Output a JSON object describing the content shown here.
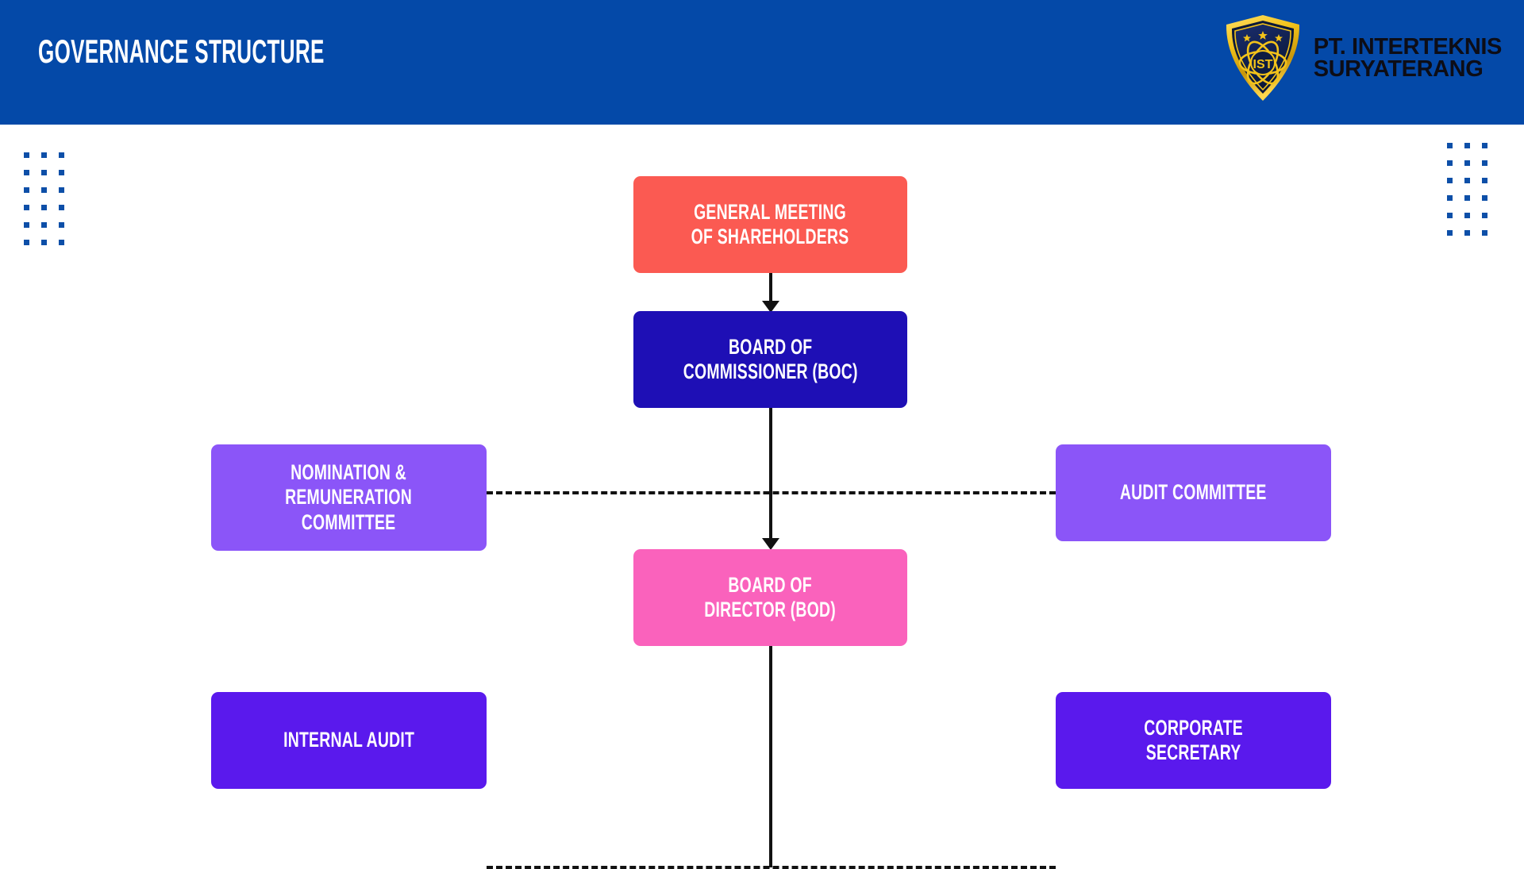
{
  "header": {
    "title": "GOVERNANCE STRUCTURE",
    "background_color": "#0449A8",
    "title_color": "#FFFFFF"
  },
  "logo": {
    "icon": "shield-atom-ist-logo-icon",
    "monogram": "IST",
    "star_count": 3,
    "shield_gold_color": "#F2C21A",
    "shield_inner_color": "#15265E",
    "company_name_line1": "PT. INTERTEKNIS",
    "company_name_line2": "SURYATERANG",
    "company_name_color": "#0D0D16"
  },
  "decor": {
    "dot_grid_color": "#0D4FA8",
    "dot_grid_columns": 3,
    "dot_grid_rows": 6,
    "left_label": "decorative-dot-grid-left",
    "right_label": "decorative-dot-grid-right"
  },
  "chart_data": {
    "type": "diagram",
    "title": "GOVERNANCE STRUCTURE",
    "nodes": [
      {
        "id": "gms",
        "lines": [
          "GENERAL MEETING",
          "OF SHAREHOLDERS"
        ],
        "color": "#FB5A52",
        "text_color": "#FFFFFF",
        "level": 1
      },
      {
        "id": "boc",
        "lines": [
          "BOARD OF",
          "COMMISSIONER (BOC)"
        ],
        "color": "#1E0FB5",
        "text_color": "#FFFFFF",
        "level": 2
      },
      {
        "id": "nomination_remuneration_committee",
        "lines": [
          "NOMINATION &",
          "REMUNERATION",
          "COMMITTEE"
        ],
        "color": "#8B55F8",
        "text_color": "#FFFFFF",
        "level": 3,
        "side": "left"
      },
      {
        "id": "audit_committee",
        "lines": [
          "AUDIT COMMITTEE"
        ],
        "color": "#8B55F8",
        "text_color": "#FFFFFF",
        "level": 3,
        "side": "right"
      },
      {
        "id": "bod",
        "lines": [
          "BOARD OF",
          "DIRECTOR (BOD)"
        ],
        "color": "#FA62BC",
        "text_color": "#FFFFFF",
        "level": 4
      },
      {
        "id": "internal_audit",
        "lines": [
          "INTERNAL AUDIT"
        ],
        "color": "#5A19ED",
        "text_color": "#FFFFFF",
        "level": 5,
        "side": "left"
      },
      {
        "id": "corporate_secretary",
        "lines": [
          "CORPORATE",
          "SECRETARY"
        ],
        "color": "#5A19ED",
        "text_color": "#FFFFFF",
        "level": 5,
        "side": "right"
      }
    ],
    "edges": [
      {
        "from": "gms",
        "to": "boc",
        "style": "solid-arrow"
      },
      {
        "from": "boc",
        "to": "bod",
        "style": "solid-arrow"
      },
      {
        "from": "boc",
        "to": "nomination_remuneration_committee",
        "style": "dashed"
      },
      {
        "from": "boc",
        "to": "audit_committee",
        "style": "dashed"
      },
      {
        "from": "bod",
        "to": "internal_audit",
        "style": "dashed"
      },
      {
        "from": "bod",
        "to": "corporate_secretary",
        "style": "dashed"
      }
    ],
    "connector_color": "#111111"
  },
  "nodes": {
    "gms": {
      "l1": "GENERAL MEETING",
      "l2": "OF SHAREHOLDERS"
    },
    "boc": {
      "l1": "BOARD OF",
      "l2": "COMMISSIONER (BOC)"
    },
    "nrc": {
      "l1": "NOMINATION &",
      "l2": "REMUNERATION",
      "l3": "COMMITTEE"
    },
    "ac": {
      "l1": "AUDIT COMMITTEE"
    },
    "bod": {
      "l1": "BOARD OF",
      "l2": "DIRECTOR (BOD)"
    },
    "ia": {
      "l1": "INTERNAL AUDIT"
    },
    "cs": {
      "l1": "CORPORATE",
      "l2": "SECRETARY"
    }
  }
}
